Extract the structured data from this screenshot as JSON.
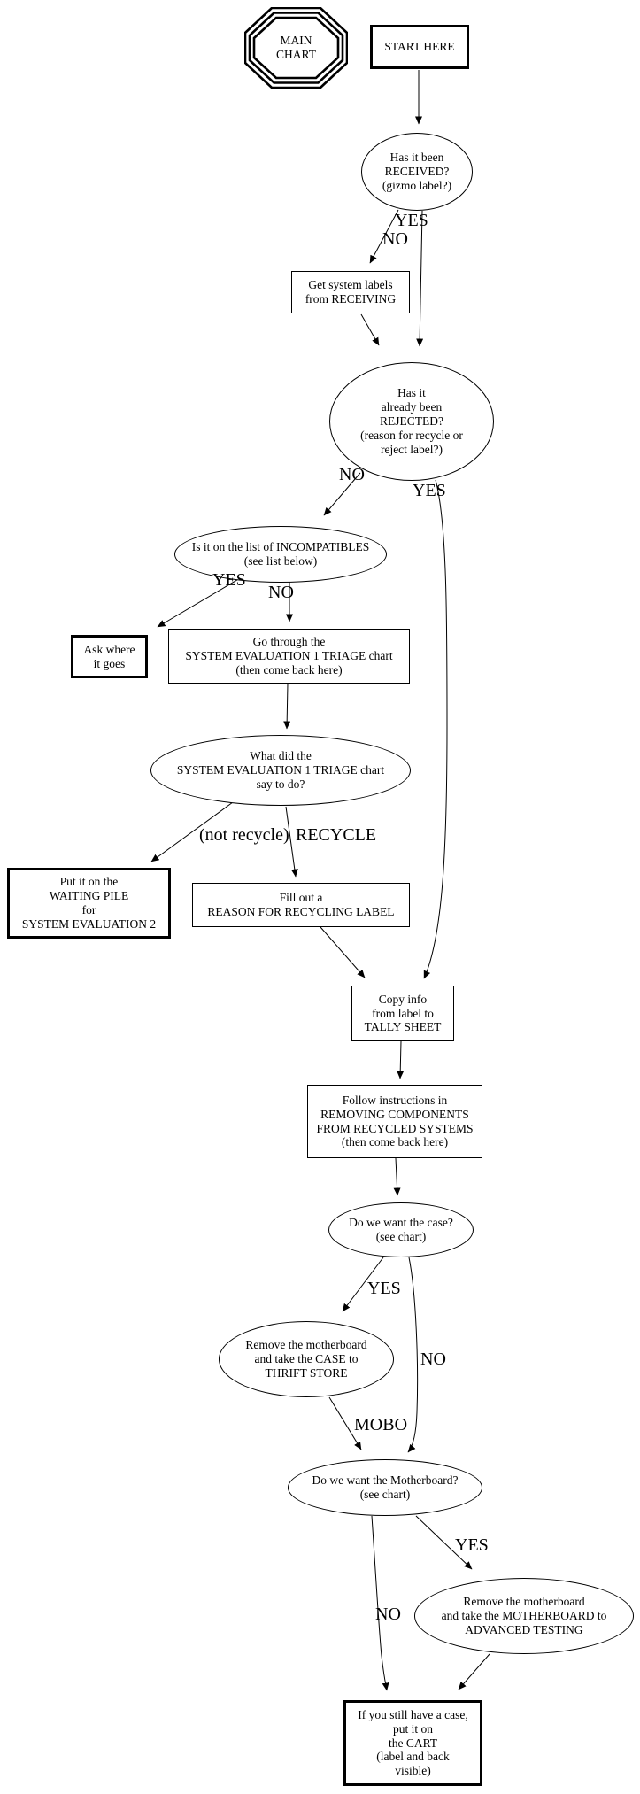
{
  "diagram": {
    "kind": "flowchart",
    "title": "MAIN CHART"
  },
  "nodes": {
    "main_chart": {
      "label": "MAIN\nCHART"
    },
    "start_here": {
      "label": "START HERE"
    },
    "received": {
      "label": "Has it been\nRECEIVED?\n(gizmo label?)"
    },
    "get_labels": {
      "label": "Get system labels\nfrom RECEIVING"
    },
    "rejected": {
      "label": "Has it\nalready been\nREJECTED?\n(reason for recycle or\nreject label?)"
    },
    "incompatibles": {
      "label": "Is it on the list of INCOMPATIBLES\n(see list below)"
    },
    "ask_where": {
      "label": "Ask where\nit goes"
    },
    "go_through": {
      "label": "Go through the\nSYSTEM EVALUATION 1 TRIAGE chart\n(then come back here)"
    },
    "what_did": {
      "label": "What did the\nSYSTEM EVALUATION 1 TRIAGE chart\nsay to do?"
    },
    "waiting_pile": {
      "label": "Put it on the\nWAITING PILE\nfor\nSYSTEM EVALUATION 2"
    },
    "fill_out": {
      "label": "Fill out a\nREASON FOR RECYCLING LABEL"
    },
    "copy_info": {
      "label": "Copy info\nfrom label to\nTALLY SHEET"
    },
    "follow_instructions": {
      "label": "Follow instructions in\nREMOVING COMPONENTS\nFROM RECYCLED SYSTEMS\n(then come back here)"
    },
    "want_case": {
      "label": "Do we want the case?\n(see chart)"
    },
    "case_thrift": {
      "label": "Remove the motherboard\nand take the CASE to\nTHRIFT STORE"
    },
    "want_mobo": {
      "label": "Do we want the Motherboard?\n(see chart)"
    },
    "mobo_testing": {
      "label": "Remove the motherboard\nand take the MOTHERBOARD to\nADVANCED TESTING"
    },
    "cart": {
      "label": "If you still have a case,\nput it on\nthe CART\n(label and back\nvisible)"
    }
  },
  "edge_labels": {
    "received_yes": "YES",
    "received_no": "NO",
    "rejected_no": "NO",
    "rejected_yes": "YES",
    "incompat_yes": "YES",
    "incompat_no": "NO",
    "not_recycle": "(not recycle)",
    "recycle": "RECYCLE",
    "case_yes": "YES",
    "case_no": "NO",
    "mobo": "MOBO",
    "mobo_yes": "YES",
    "mobo_no": "NO"
  },
  "colors": {
    "line": "#000000",
    "background": "#ffffff"
  }
}
